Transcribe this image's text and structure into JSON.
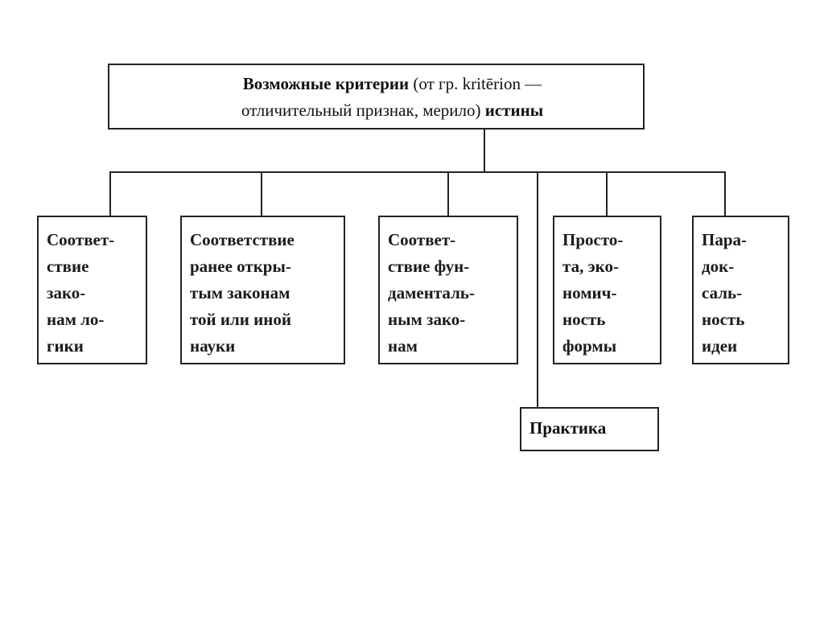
{
  "root": {
    "bold1": "Возможные критерии",
    "normal1": " (от гр. kritērion —",
    "normal2": "отличительный признак, мерило) ",
    "bold2": "истины"
  },
  "criteria": [
    {
      "text": "Соответ-\nствие\nзако-\nнам ло-\nгики"
    },
    {
      "text": "Соответствие\nранее откры-\nтым законам\nтой или иной\nнауки"
    },
    {
      "text": "Соответ-\nствие фун-\nдаменталь-\nным зако-\nнам"
    },
    {
      "text": "Просто-\nта, эко-\nномич-\nность\nформы"
    },
    {
      "text": "Пара-\nдок-\nсаль-\nность\nидеи"
    }
  ],
  "practice": "Практика"
}
